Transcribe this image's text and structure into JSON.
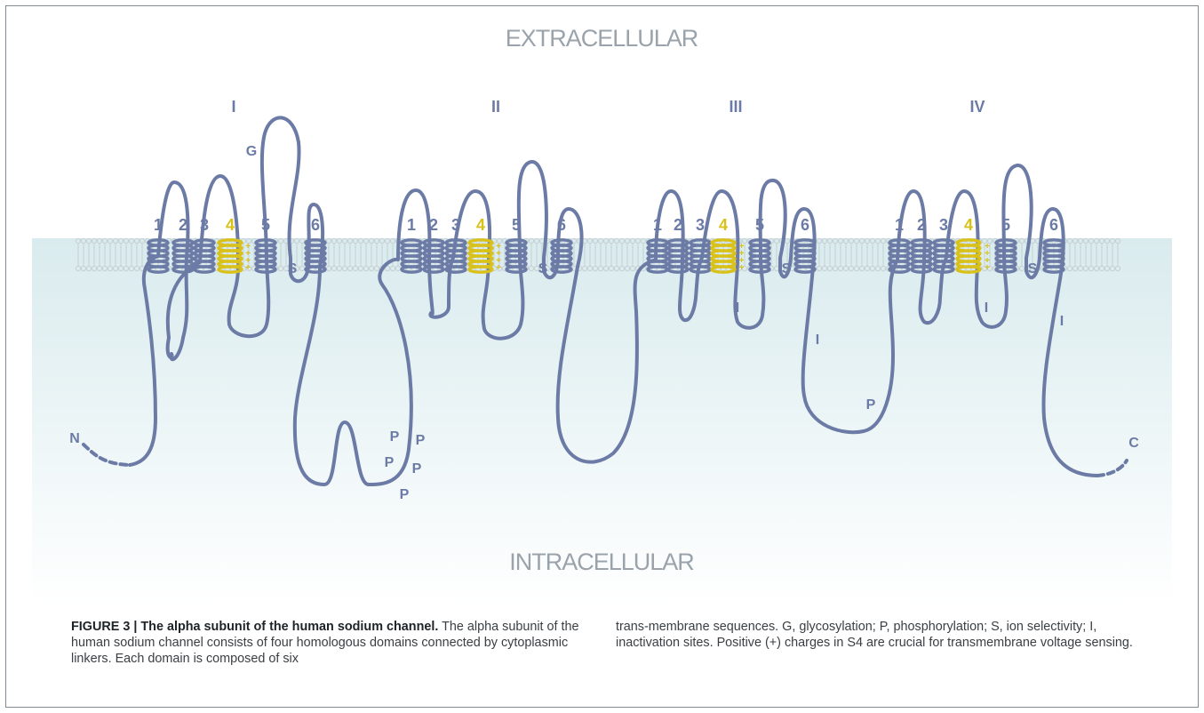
{
  "regions": {
    "extracellular": "EXTRACELLULAR",
    "intracellular": "INTRACELLULAR"
  },
  "domains": [
    {
      "numeral": "I",
      "segments": [
        "1",
        "2",
        "3",
        "4",
        "5",
        "6"
      ],
      "glycosylation": "G",
      "selectivity": "S"
    },
    {
      "numeral": "II",
      "segments": [
        "1",
        "2",
        "3",
        "4",
        "5",
        "6"
      ],
      "selectivity": "S"
    },
    {
      "numeral": "III",
      "segments": [
        "1",
        "2",
        "3",
        "4",
        "5",
        "6"
      ],
      "selectivity": "S",
      "inactivation": "I"
    },
    {
      "numeral": "IV",
      "segments": [
        "1",
        "2",
        "3",
        "4",
        "5",
        "6"
      ],
      "selectivity": "S",
      "inactivation": "I"
    }
  ],
  "site_labels": {
    "n_terminus": "N",
    "c_terminus": "C",
    "phosphorylation": "P",
    "inactivation": "I",
    "positive_charge": "+"
  },
  "colors": {
    "backbone": "#6b7ba6",
    "s4_segment": "#d9c11a",
    "membrane_lipid": "#c9d3d6",
    "label_text": "#6b7ba6",
    "region_text": "#9aa3ab",
    "intracellular_tint": "#e8f2f4"
  },
  "caption": {
    "figure_label": "FIGURE 3 | The alpha subunit of the human sodium channel.",
    "text_left": " The alpha subunit of the human sodium channel consists of four homologous domains connected by cytoplasmic linkers. Each domain is composed of six",
    "text_right": "trans-membrane sequences. G, glycosylation; P, phosphorylation; S, ion selectivity; I, inactivation sites. Positive (+) charges in S4 are crucial for transmembrane voltage sensing."
  }
}
